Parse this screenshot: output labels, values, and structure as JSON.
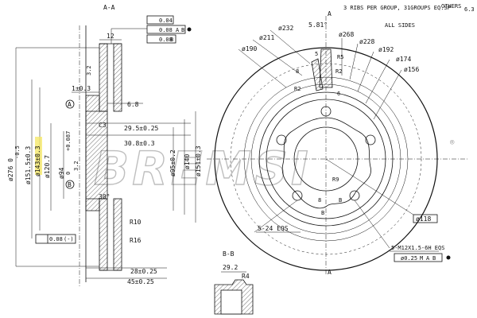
{
  "section_aa": {
    "title": "A-A",
    "tolerances": [
      "0.04",
      "0.08",
      "A",
      "B",
      "0.08",
      "B"
    ],
    "dims": {
      "width_top": "12",
      "offset": "1±0.3",
      "hub_thick": "6.8",
      "d1": "29.5±0.25",
      "d2": "30.8±0.3",
      "bottom1": "28±0.25",
      "bottom2": "45±0.25",
      "r10": "R10",
      "r16": "R16",
      "angle": "30°",
      "c3": "C3",
      "flat": "0.08",
      "flat_sym": "(-)",
      "rough1": "3.2",
      "rough2": "3.2"
    },
    "diameters": [
      "ø276  0",
      "-0.5",
      "ø151.5±0.3",
      "ø143±0.3",
      "ø120.7",
      "ø94",
      "+0.087",
      "0",
      "ø95±0.2",
      "ø140",
      "ø151±0.3"
    ],
    "datums": [
      "A",
      "B"
    ]
  },
  "section_bb": {
    "title": "B-B",
    "dim_width": "29.2",
    "radius": "R4"
  },
  "front_view": {
    "note_ribs": "3 RIBS PER GROUP, 31GROUPS EQ.SP",
    "note_others": "OTHERS",
    "others_val": "6.3",
    "all_sides": "ALL SIDES",
    "section_marker": "A",
    "diameters": [
      "ø232",
      "ø211",
      "ø190",
      "ø268",
      "ø228",
      "ø192",
      "ø174",
      "ø156",
      "ø118"
    ],
    "angle": "5.81°",
    "small": [
      "8",
      "5",
      "R5",
      "R2",
      "R2",
      "6",
      "R9",
      "8",
      "B",
      "B"
    ],
    "holes_note": "5-24 EQS",
    "thread_note": "5-M12X1.5-6H EQS",
    "thread_tol": "ø0.25",
    "thread_ref": [
      "M",
      "A",
      "B"
    ]
  },
  "watermark": "BREMSI",
  "watermark_mark": "®"
}
